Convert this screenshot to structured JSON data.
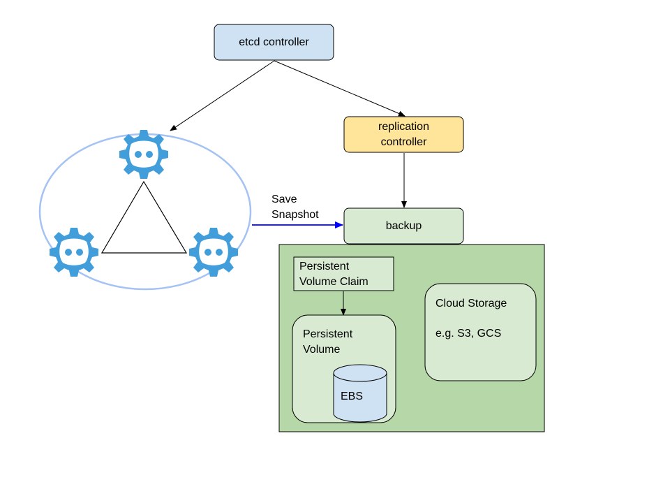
{
  "nodes": {
    "etcd_controller": "etcd controller",
    "replication_controller_line1": "replication",
    "replication_controller_line2": "controller",
    "backup": "backup",
    "pvc_line1": "Persistent",
    "pvc_line2": "Volume Claim",
    "pv_line1": "Persistent",
    "pv_line2": "Volume",
    "ebs": "EBS",
    "cloud_storage_title": "Cloud Storage",
    "cloud_storage_examples": "e.g. S3, GCS"
  },
  "edges": {
    "save_snapshot_line1": "Save",
    "save_snapshot_line2": "Snapshot"
  },
  "colors": {
    "etcd_controller_fill": "#cfe2f3",
    "replication_controller_fill": "#ffe599",
    "backup_fill": "#d9ead3",
    "storage_area_fill": "#b6d7a8",
    "pv_fill": "#d9ead3",
    "ebs_fill": "#cfe2f3",
    "etcd_logo": "#419eda",
    "cluster_ring": "#a4c2f4",
    "snapshot_arrow": "#0000ff"
  },
  "icons": {
    "etcd_member": "etcd-logo-icon"
  }
}
